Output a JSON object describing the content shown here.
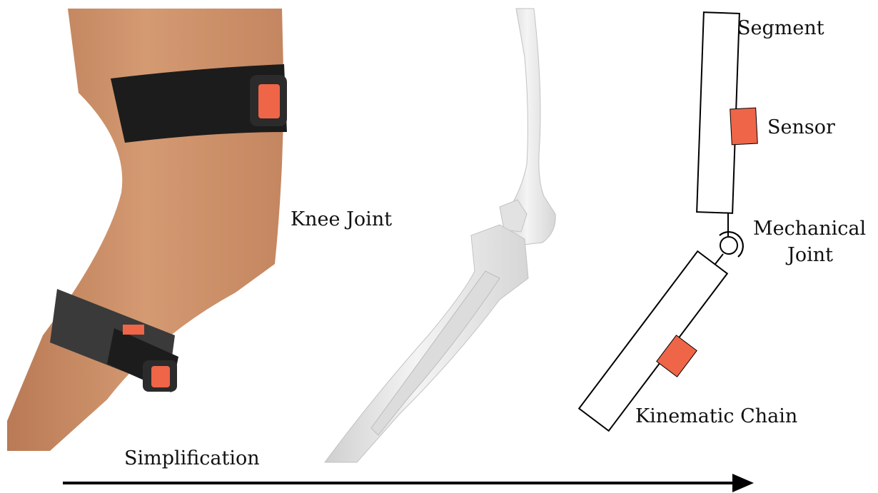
{
  "labels": {
    "knee_joint": "Knee Joint",
    "segment": "Segment",
    "sensor": "Sensor",
    "mechanical": "Mechanical",
    "joint": "Joint",
    "kinematic_chain": "Kinematic Chain",
    "simplification": "Simplification"
  },
  "colors": {
    "sensor": "#ee6548",
    "strap": "#1c1c1c",
    "skin": "#c98a64",
    "bone": "#e9e9e9",
    "line": "#000000"
  },
  "icons": {
    "arrow": "right-arrow-icon"
  }
}
